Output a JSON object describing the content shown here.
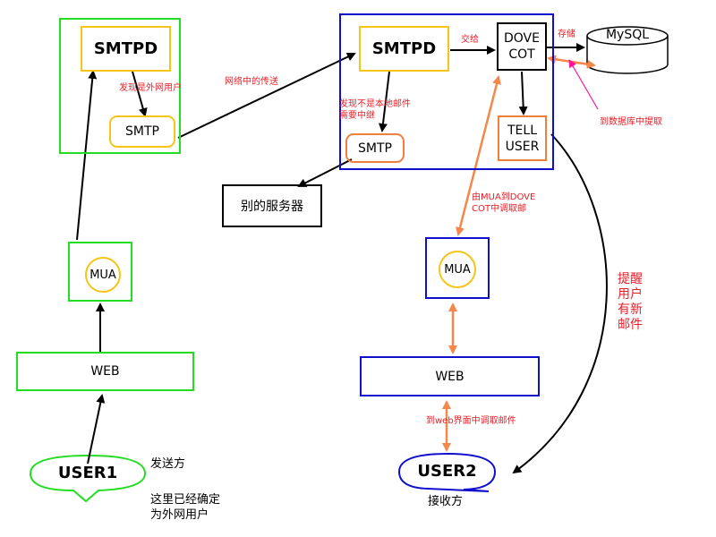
{
  "sender": {
    "smtpd": "SMTPD",
    "smtp": "SMTP",
    "mua": "MUA",
    "web": "WEB",
    "user": "USER1",
    "role": "发送方",
    "note_line1": "这里已经确定",
    "note_line2": "为外网用户",
    "detect_label": "发现是外网用户"
  },
  "transfer_label": "网络中的传送",
  "server": {
    "smtpd": "SMTPD",
    "dovecot_line1": "DOVE",
    "dovecot_line2": "COT",
    "tell_line1": "TELL",
    "tell_line2": "USER",
    "smtp": "SMTP",
    "hand_label": "交给",
    "store_label": "存储",
    "nonlocal_line1": "发现不是本地邮件",
    "nonlocal_line2": "需要中继",
    "mysql": "MySQL",
    "fetch_db_label": "到数据库中提取",
    "other_server": "别的服务器"
  },
  "receiver": {
    "mua": "MUA",
    "web": "WEB",
    "user": "USER2",
    "role": "接收方",
    "mua_fetch_line1": "由MUA到DOVE",
    "mua_fetch_line2": "COT中调取邮",
    "web_fetch_label": "到web界面中调取邮件",
    "notify_line1": "提醒",
    "notify_line2": "用户",
    "notify_line3": "有新",
    "notify_line4": "邮件"
  },
  "colors": {
    "green": "#22dd22",
    "yellow": "#f5c518",
    "blue": "#1010cc",
    "orange": "#f07f3c",
    "orange_arrow": "#f5874a",
    "pink": "#ff1493",
    "red_text": "#e8202a"
  }
}
